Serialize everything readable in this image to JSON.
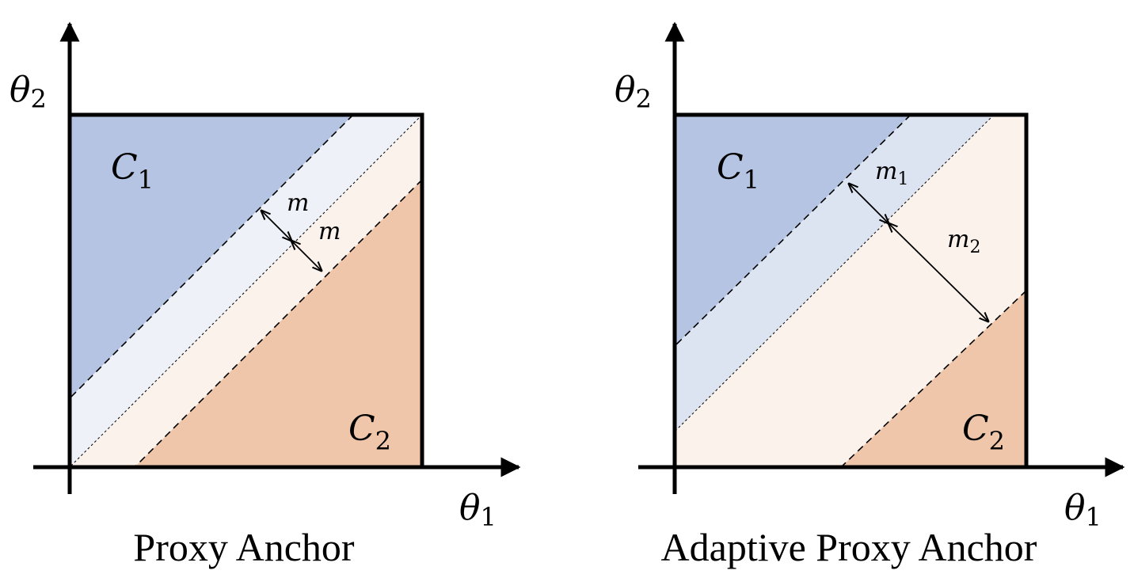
{
  "colors": {
    "class1_region": "#b4c4e2",
    "class1_margin": "#dde4f1",
    "class1_margin_light": "#eef2f8",
    "class2_region": "#efc6a9",
    "class2_margin": "#fcf2ec",
    "axis": "#000000"
  },
  "panels": [
    {
      "caption": "Proxy Anchor",
      "axis_x_label": "θ1",
      "axis_y_label": "θ2",
      "class1_label": "C1",
      "class2_label": "C2",
      "margin_labels": [
        "m",
        "m"
      ]
    },
    {
      "caption": "Adaptive Proxy Anchor",
      "axis_x_label": "θ1",
      "axis_y_label": "θ2",
      "class1_label": "C1",
      "class2_label": "C2",
      "margin_labels": [
        "m1",
        "m2"
      ]
    }
  ],
  "text": {
    "theta": "θ",
    "sub1": "1",
    "sub2": "2",
    "C": "C",
    "m": "m"
  }
}
